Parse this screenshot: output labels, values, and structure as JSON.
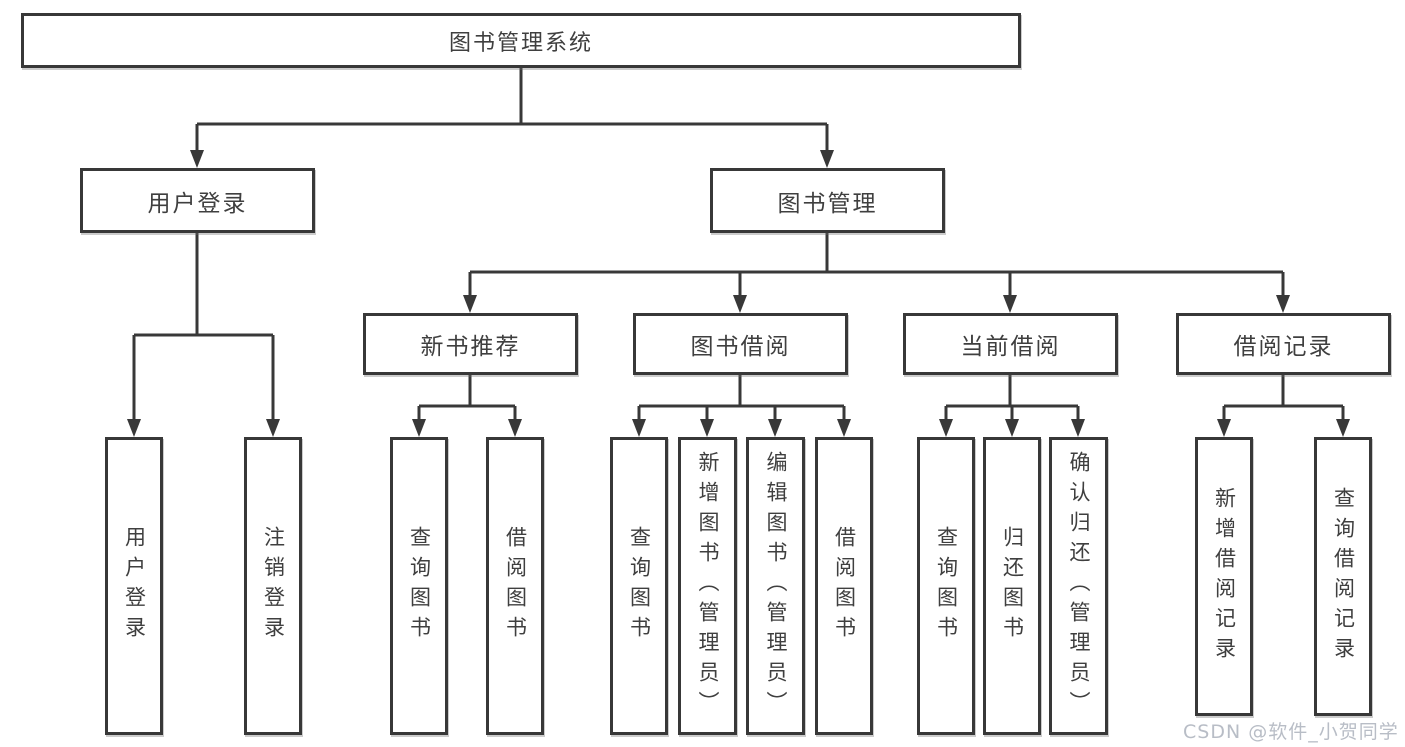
{
  "diagram": {
    "root_label": "图书管理系统",
    "branches": [
      {
        "label": "用户登录",
        "leaves": [
          {
            "label": "用户登录"
          },
          {
            "label": "注销登录"
          }
        ]
      },
      {
        "label": "图书管理",
        "groups": [
          {
            "label": "新书推荐",
            "leaves": [
              {
                "label": "查询图书"
              },
              {
                "label": "借阅图书"
              }
            ]
          },
          {
            "label": "图书借阅",
            "leaves": [
              {
                "label": "查询图书"
              },
              {
                "label": "新增图书（管理员）"
              },
              {
                "label": "编辑图书（管理员）"
              },
              {
                "label": "借阅图书"
              }
            ]
          },
          {
            "label": "当前借阅",
            "leaves": [
              {
                "label": "查询图书"
              },
              {
                "label": "归还图书"
              },
              {
                "label": "确认归还（管理员）"
              }
            ]
          },
          {
            "label": "借阅记录",
            "leaves": [
              {
                "label": "新增借阅记录"
              },
              {
                "label": "查询借阅记录"
              }
            ]
          }
        ]
      }
    ]
  },
  "watermark": {
    "text": "CSDN @软件_小贺同学"
  },
  "colors": {
    "line": "#383838",
    "node_border": "#383838",
    "node_text": "#3f3f3f",
    "background": "#ffffff",
    "watermark_text": "#b2b7c1"
  }
}
